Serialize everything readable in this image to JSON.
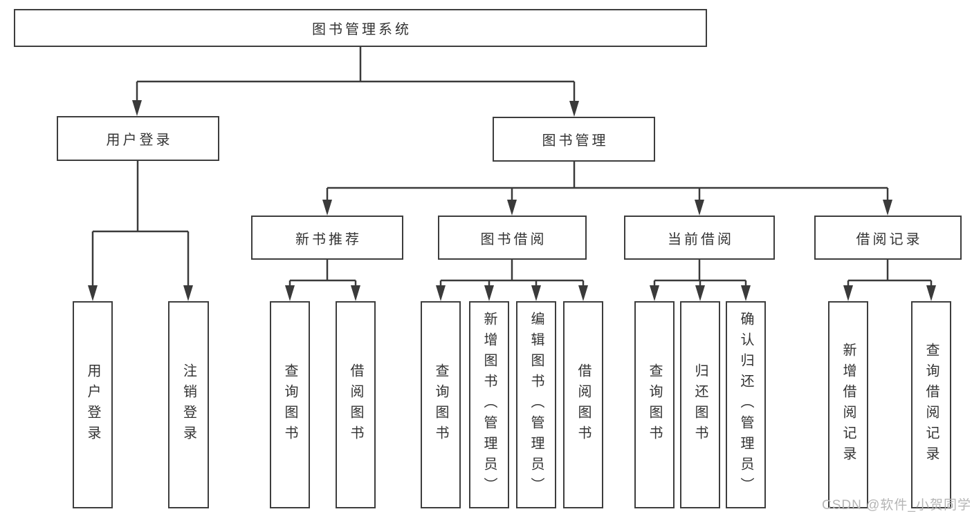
{
  "diagram_title": "图书管理系统",
  "nodes": {
    "root": "图书管理系统",
    "user_login": "用户登录",
    "book_mgmt": "图书管理",
    "new_book": "新书推荐",
    "book_borrow": "图书借阅",
    "current_borrow": "当前借阅",
    "borrow_records": "借阅记录",
    "leaf_user_login": "用户登录",
    "leaf_logout": "注销登录",
    "leaf_nb_query": "查询图书",
    "leaf_nb_borrow": "借阅图书",
    "leaf_bb_query": "查询图书",
    "leaf_bb_add": "新增图书（管理员）",
    "leaf_bb_edit": "编辑图书（管理员）",
    "leaf_bb_borrow": "借阅图书",
    "leaf_cb_query": "查询图书",
    "leaf_cb_return": "归还图书",
    "leaf_cb_confirm": "确认归还（管理员）",
    "leaf_br_add": "新增借阅记录",
    "leaf_br_query": "查询借阅记录"
  },
  "hierarchy": {
    "图书管理系统": {
      "用户登录": [
        "用户登录",
        "注销登录"
      ],
      "图书管理": {
        "新书推荐": [
          "查询图书",
          "借阅图书"
        ],
        "图书借阅": [
          "查询图书",
          "新增图书（管理员）",
          "编辑图书（管理员）",
          "借阅图书"
        ],
        "当前借阅": [
          "查询图书",
          "归还图书",
          "确认归还（管理员）"
        ],
        "借阅记录": [
          "新增借阅记录",
          "查询借阅记录"
        ]
      }
    }
  },
  "watermark": "CSDN @软件_小贺同学",
  "colors": {
    "line": "#3a3a3a",
    "border": "#3d3d3d",
    "text": "#333333",
    "watermark": "#b5b5b5",
    "background": "#ffffff"
  }
}
